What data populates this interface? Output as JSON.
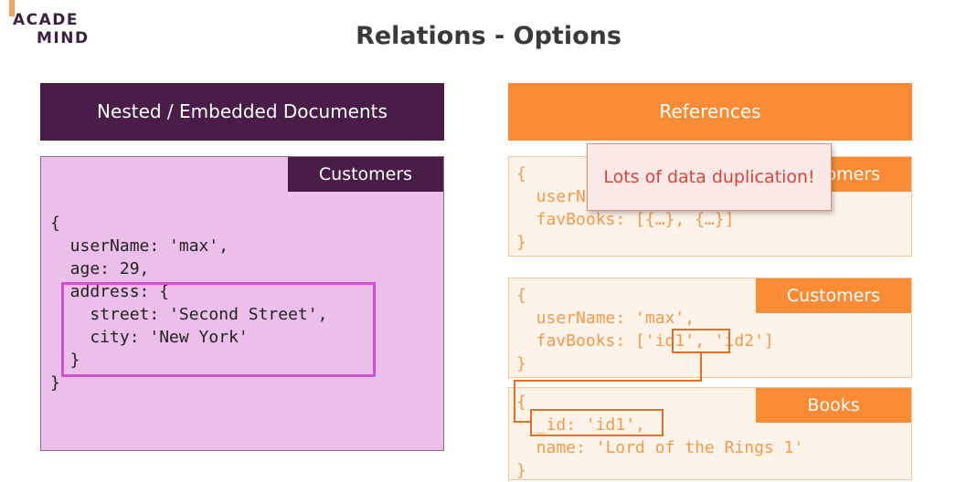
{
  "logo": {
    "line1": "ACADE",
    "line2": "MIND"
  },
  "title": "Relations - Options",
  "left": {
    "header": "Nested / Embedded Documents",
    "tag": "Customers",
    "code": "{\n  userName: 'max',\n  age: 29,\n  address: {\n    street: 'Second Street',\n    city: 'New York'\n  }\n}"
  },
  "right": {
    "header": "References",
    "box1": {
      "tag": "Customers",
      "code": "{\n  userName: 'max',\n  favBooks: [{…}, {…}]\n}"
    },
    "box2": {
      "tag": "Customers",
      "code": "{\n  userName: 'max',\n  favBooks: ['id1', 'id2']\n}"
    },
    "box3": {
      "tag": "Books",
      "code": "{\n  _id: 'id1',\n  name: 'Lord of the Rings 1'\n}"
    }
  },
  "tooltip": "Lots of data duplication!",
  "colors": {
    "purple": "#4a1d48",
    "orange": "#fb8c35",
    "pink_box": "#ecbfea",
    "highlight": "#d34fd0"
  }
}
